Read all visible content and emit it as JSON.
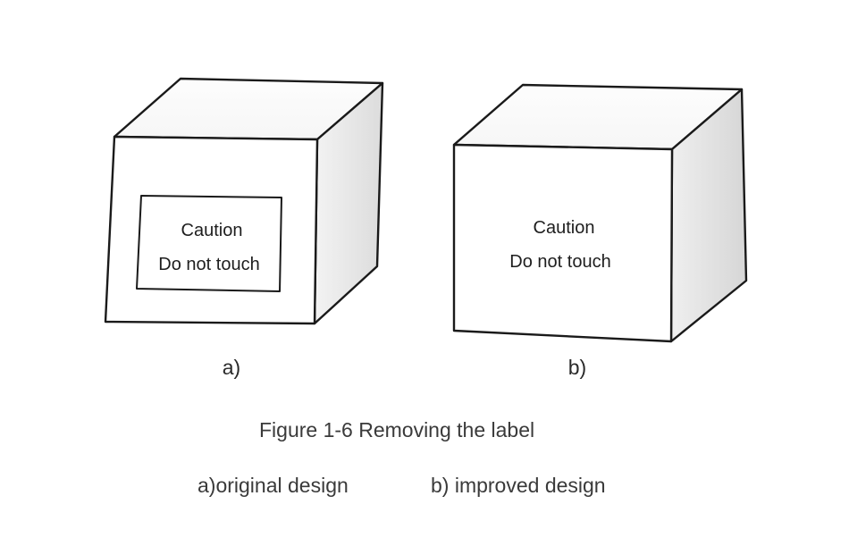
{
  "figure": {
    "title": "Figure 1-6 Removing the label",
    "legend": {
      "a": "a)original design",
      "b": "b) improved design"
    }
  },
  "cube_a": {
    "sublabel": "a)",
    "label_line1": "Caution",
    "label_line2": "Do not touch"
  },
  "cube_b": {
    "sublabel": "b)",
    "label_line1": "Caution",
    "label_line2": "Do not touch"
  },
  "colors": {
    "outline": "#1a1a1a",
    "face": "#ffffff",
    "side_shade": "#e6e6e6",
    "text": "#2a2a2a"
  }
}
